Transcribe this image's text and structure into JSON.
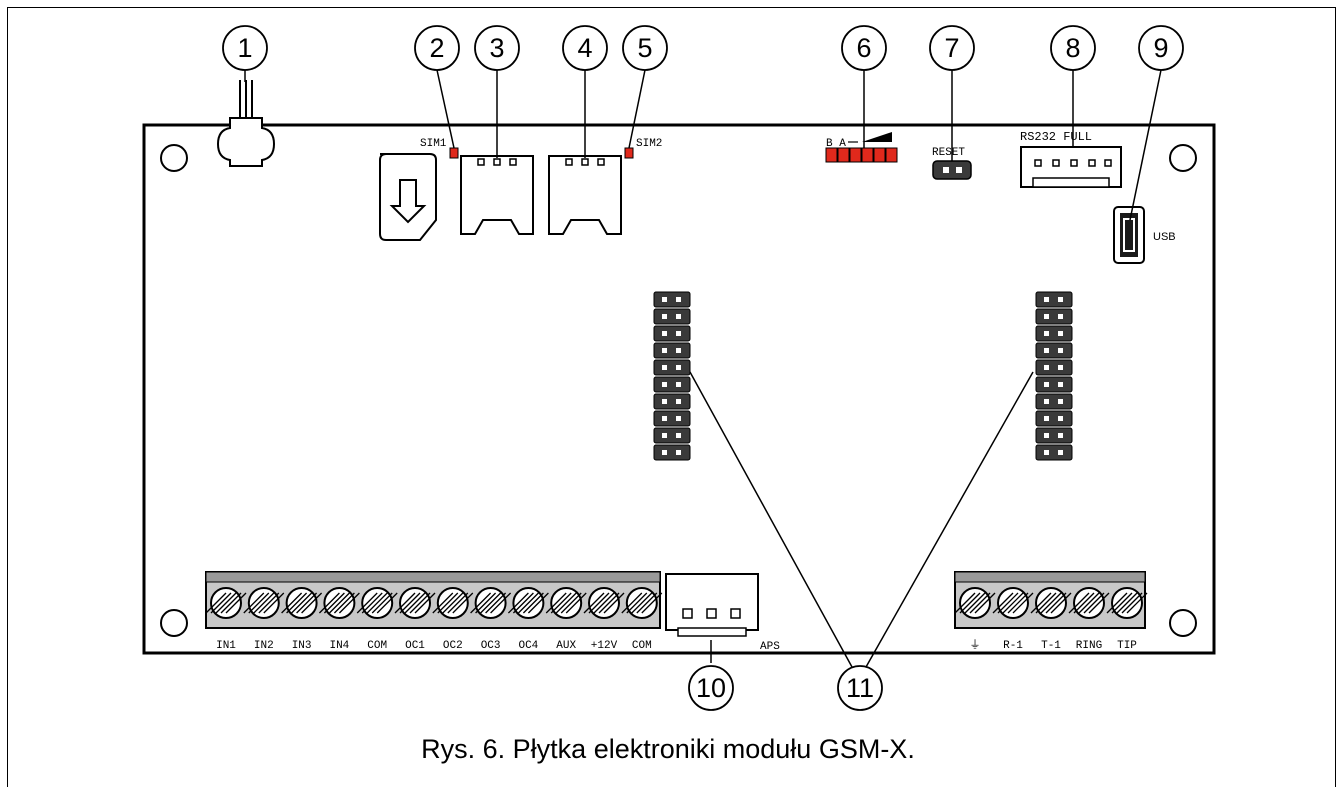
{
  "caption": "Rys. 6. Płytka elektroniki modułu GSM-X.",
  "callouts": [
    "1",
    "2",
    "3",
    "4",
    "5",
    "6",
    "7",
    "8",
    "9",
    "10",
    "11"
  ],
  "labels": {
    "sim1": "SIM1",
    "sim2": "SIM2",
    "led_ba": "B A",
    "reset": "RESET",
    "rs232": "RS232 FULL",
    "usb": "USB",
    "aps": "APS"
  },
  "terminals_left": [
    "IN1",
    "IN2",
    "IN3",
    "IN4",
    "COM",
    "OC1",
    "OC2",
    "OC3",
    "OC4",
    "AUX",
    "+12V",
    "COM"
  ],
  "terminals_right": [
    "⏚",
    "R-1",
    "T-1",
    "RING",
    "TIP"
  ],
  "colors": {
    "led": "#e0291c",
    "terminal_block": "#c8c8c8",
    "terminal_top": "#9a9a9a",
    "pin_header": "#3a3a3a"
  }
}
